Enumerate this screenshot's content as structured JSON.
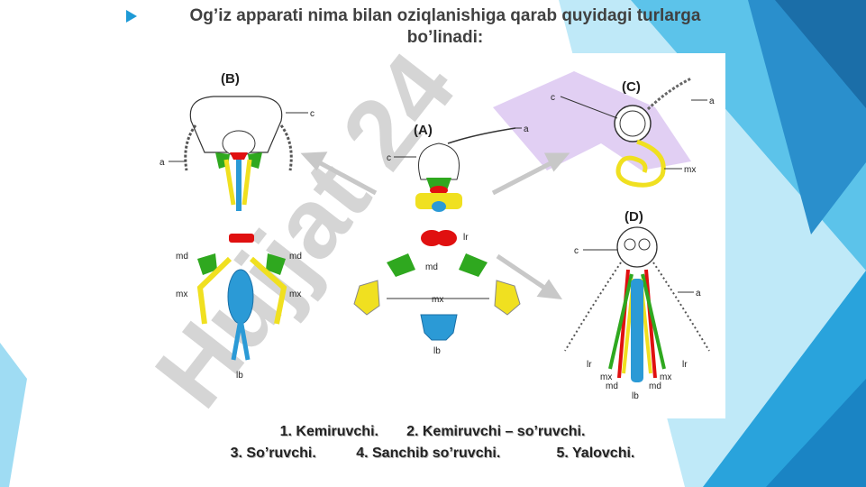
{
  "slide": {
    "title": "Og’iz apparati nima bilan oziqlanishiga qarab quyidagi turlarga bo’linadi:",
    "caption_line1": "1. Kemiruvchi.       2. Kemiruvchi – so’ruvchi.",
    "caption_line2": "3. So’ruvchi.          4. Sanchib so’ruvchi.              5. Yalovchi.",
    "theme_colors": {
      "accent": "#1e9ad6",
      "light_blue": "#7fd0ef",
      "dark_blue": "#1a6fa6"
    }
  },
  "figure": {
    "panels": {
      "A": "(A)",
      "B": "(B)",
      "C": "(C)",
      "D": "(D)"
    },
    "labels": {
      "a": "a",
      "c": "c",
      "lr": "lr",
      "md": "md",
      "mx": "mx",
      "lb": "lb"
    },
    "watermark": "Hujjat 24",
    "part_colors": {
      "labrum": "#e01010",
      "mandible": "#2fa81f",
      "maxilla": "#f0e020",
      "labium": "#2b9ad6"
    }
  }
}
